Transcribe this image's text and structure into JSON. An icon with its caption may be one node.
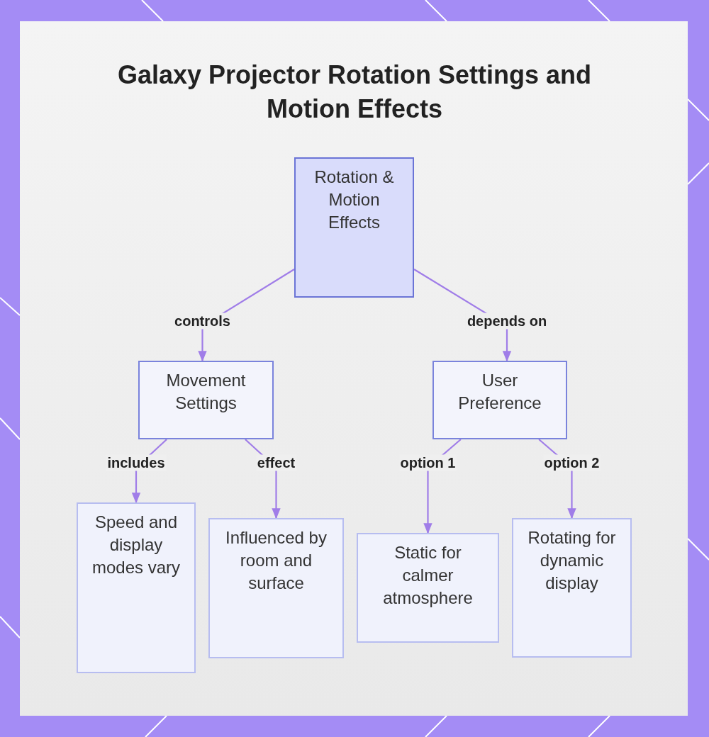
{
  "diagram": {
    "title": "Galaxy Projector Rotation Settings and Motion Effects",
    "nodes": [
      {
        "text": [
          "Rotation & Motion Effects"
        ]
      },
      {
        "text": [
          "Movement Settings"
        ]
      },
      {
        "text": [
          "User Preference"
        ]
      },
      {
        "text": [
          "Speed and display modes vary"
        ]
      },
      {
        "text": [
          "Influenced by room and surface"
        ]
      },
      {
        "text": [
          "Static for calmer atmosphere"
        ]
      },
      {
        "text": [
          "Rotating for dynamic display"
        ]
      }
    ],
    "edges": [
      {
        "from": 0,
        "to": 1,
        "arrow": "to",
        "label": "controls"
      },
      {
        "from": 0,
        "to": 2,
        "arrow": "to",
        "label": "depends on"
      },
      {
        "from": 1,
        "to": 3,
        "arrow": "to",
        "label": "includes"
      },
      {
        "from": 1,
        "to": 4,
        "arrow": "to",
        "label": "effect"
      },
      {
        "from": 2,
        "to": 5,
        "arrow": "to",
        "label": "option 1"
      },
      {
        "from": 2,
        "to": 6,
        "arrow": "to",
        "label": "option 2"
      }
    ]
  }
}
